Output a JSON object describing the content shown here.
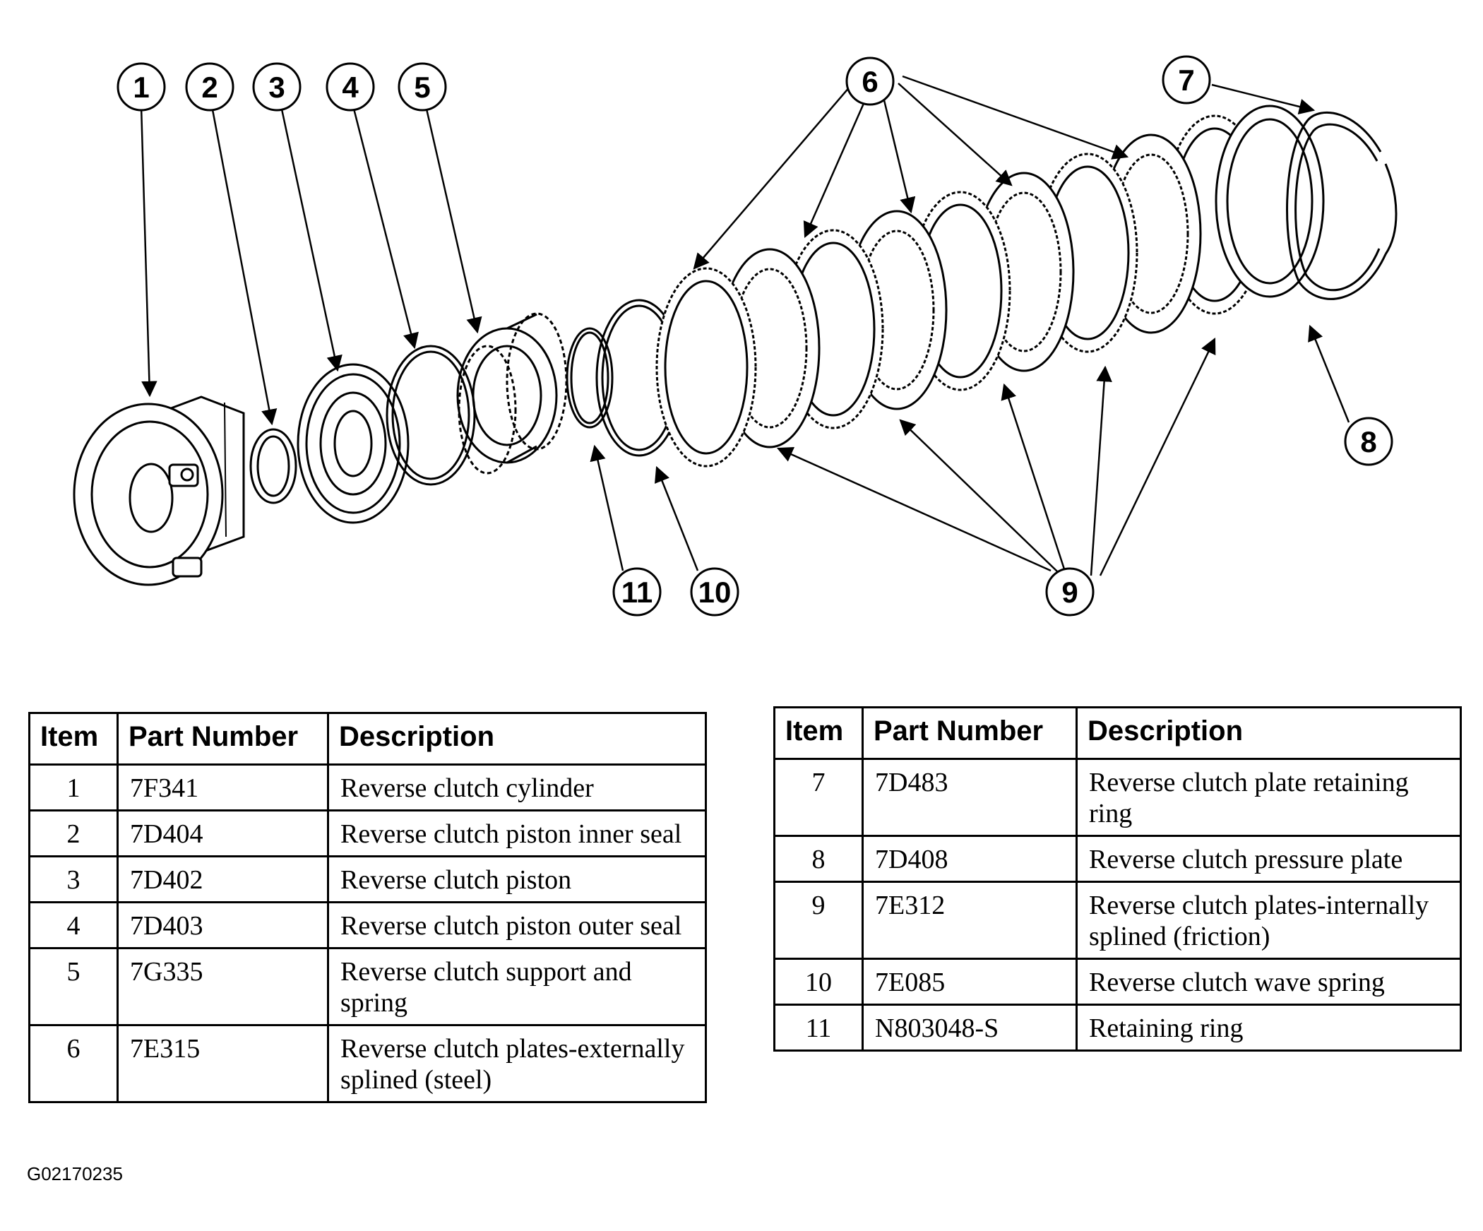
{
  "callouts": [
    "1",
    "2",
    "3",
    "4",
    "5",
    "6",
    "7",
    "8",
    "9",
    "10",
    "11"
  ],
  "table_headers": {
    "item": "Item",
    "part_number": "Part Number",
    "description": "Description"
  },
  "parts_left": [
    {
      "item": "1",
      "part_number": "7F341",
      "description": "Reverse clutch cylinder"
    },
    {
      "item": "2",
      "part_number": "7D404",
      "description": "Reverse clutch piston inner seal"
    },
    {
      "item": "3",
      "part_number": "7D402",
      "description": "Reverse clutch piston"
    },
    {
      "item": "4",
      "part_number": "7D403",
      "description": "Reverse clutch piston outer seal"
    },
    {
      "item": "5",
      "part_number": "7G335",
      "description": "Reverse clutch support and spring"
    },
    {
      "item": "6",
      "part_number": "7E315",
      "description": "Reverse clutch plates-externally splined (steel)"
    }
  ],
  "parts_right": [
    {
      "item": "7",
      "part_number": "7D483",
      "description": "Reverse clutch plate retaining ring"
    },
    {
      "item": "8",
      "part_number": "7D408",
      "description": "Reverse clutch pressure plate"
    },
    {
      "item": "9",
      "part_number": "7E312",
      "description": "Reverse clutch plates-internally splined (friction)"
    },
    {
      "item": "10",
      "part_number": "7E085",
      "description": "Reverse clutch wave spring"
    },
    {
      "item": "11",
      "part_number": "N803048-S",
      "description": "Retaining ring"
    }
  ],
  "figure_code": "G02170235"
}
